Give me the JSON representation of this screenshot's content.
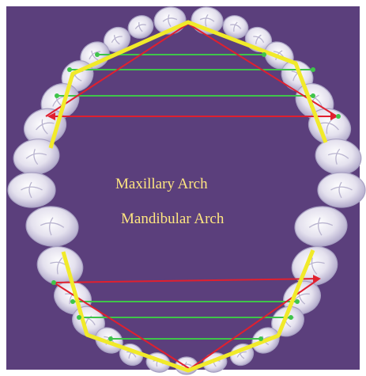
{
  "labels": {
    "maxillary": "Maxillary Arch",
    "mandibular": "Mandibular Arch"
  },
  "colors": {
    "background": "#5b3f7c",
    "border": "#ffffff",
    "label_text": "#ffe680",
    "polygon_line": "#f1ea2a",
    "diagonal_line": "#e0202f",
    "horizontal_line": "#3fc44a",
    "tooth_fill": "#e4e1ee",
    "tooth_shade": "#b9b4cf",
    "tooth_outline": "#a7a0c2"
  },
  "icons": {
    "tooth": "molar-tooth-shape"
  }
}
